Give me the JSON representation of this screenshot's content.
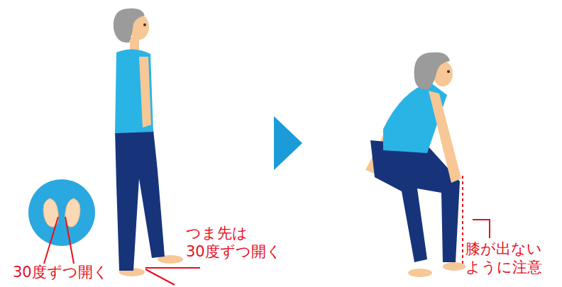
{
  "diagram": {
    "labels": [
      "30度ずつ開く",
      "つま先は 30度ずつ開く",
      "膝が出ない ように注意"
    ]
  }
}
